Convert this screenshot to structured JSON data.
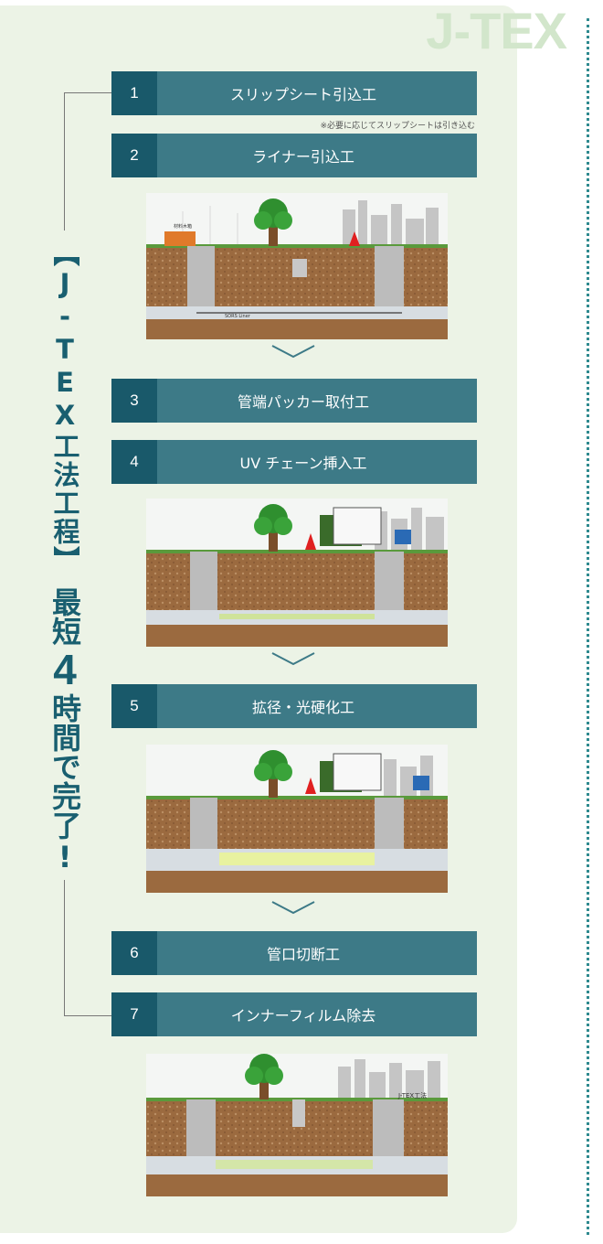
{
  "brand": "J-TEX",
  "side_title": {
    "line1": "【J-TEX工法工程】",
    "line2_pre": "最短",
    "line2_num": "4",
    "line2_post": "時間で完了!"
  },
  "steps": [
    {
      "num": "1",
      "label": "スリップシート引込工"
    },
    {
      "num": "2",
      "label": "ライナー引込工"
    },
    {
      "num": "3",
      "label": "管端パッカー取付工"
    },
    {
      "num": "4",
      "label": "UV チェーン挿入工"
    },
    {
      "num": "5",
      "label": "拡径・光硬化工"
    },
    {
      "num": "6",
      "label": "管口切断工"
    },
    {
      "num": "7",
      "label": "インナーフィルム除去"
    }
  ],
  "note": "※必要に応じてスリップシートは引き込む",
  "scene_labels": {
    "materials": "材料木箱",
    "liner": "SORS Liner",
    "signature": "J-TEX工法"
  },
  "colors": {
    "panel": "#ecf3e6",
    "step_bar": "#3d7a87",
    "step_num": "#19596a",
    "side_text": "#195f70",
    "dotted": "#2f8a8f"
  }
}
